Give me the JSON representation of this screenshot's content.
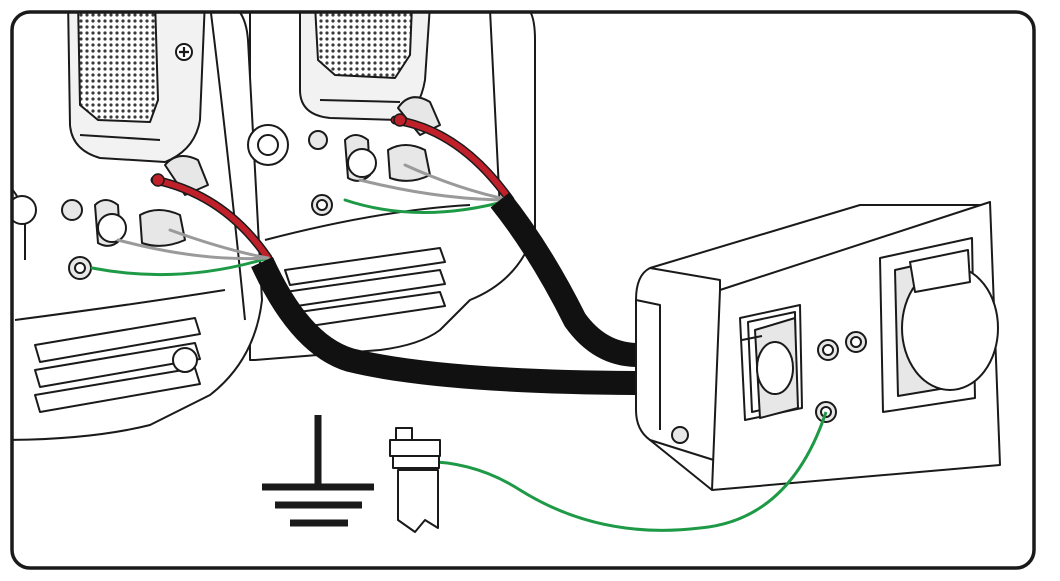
{
  "colors": {
    "outline": "#1a1a1a",
    "panel_fill": "#ffffff",
    "cable_black": "#111111",
    "wire_red": "#c0202a",
    "wire_green": "#1e9a47",
    "grey_fill": "#e7e7e7",
    "mesh_fill": "#b8b8b8"
  },
  "components": {
    "generator_left": "parallel-generator-left",
    "generator_right": "parallel-generator-right",
    "parallel_box": "parallel-connection-box",
    "ground_symbol": "earth-ground-symbol",
    "ground_rod": "ground-rod-clamp"
  },
  "icons": {
    "plus_terminal": "plus-terminal-icon",
    "schuko_socket": "schuko-socket-icon",
    "cee_socket": "cee-socket-icon"
  }
}
